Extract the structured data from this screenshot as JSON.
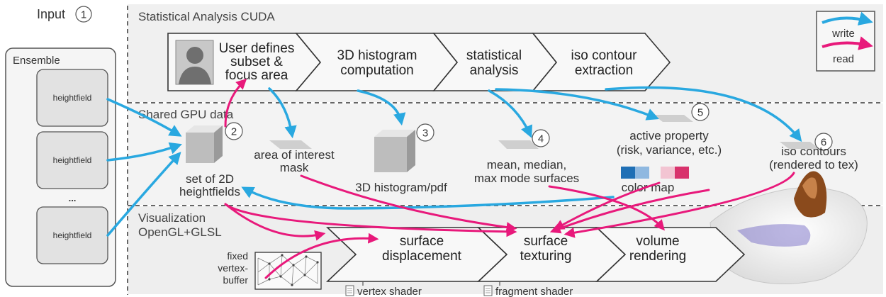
{
  "input": {
    "title": "Input",
    "number": "1"
  },
  "ensemble": {
    "title": "Ensemble",
    "items": [
      "heightfield",
      "heightfield",
      "...",
      "heightfield"
    ]
  },
  "sections": {
    "cuda": "Statistical Analysis CUDA",
    "shared": "Shared GPU data",
    "vis_line1": "Visualization",
    "vis_line2": "OpenGL+GLSL"
  },
  "legend": {
    "write": "write",
    "read": "read",
    "write_color": "#29a8e0",
    "read_color": "#e8197b"
  },
  "cuda_stages": [
    {
      "lines": [
        "User defines",
        "subset &",
        "focus area"
      ]
    },
    {
      "lines": [
        "3D histogram",
        "computation"
      ]
    },
    {
      "lines": [
        "statistical",
        "analysis"
      ]
    },
    {
      "lines": [
        "iso contour",
        "extraction"
      ]
    }
  ],
  "gpu_data": {
    "heightfields": {
      "number": "2",
      "lines": [
        "set of 2D",
        "heightfields"
      ]
    },
    "aoi": {
      "lines": [
        "area of interest",
        "mask"
      ]
    },
    "histogram": {
      "number": "3",
      "lines": [
        "3D histogram/pdf"
      ]
    },
    "surfaces": {
      "number": "4",
      "lines": [
        "mean, median,",
        "max mode surfaces"
      ]
    },
    "active": {
      "number": "5",
      "lines": [
        "active property",
        "(risk, variance, etc.)"
      ]
    },
    "colormap": {
      "label": "color map",
      "colors": [
        "#1f6fb5",
        "#8fb8e0",
        "#f2c4d2",
        "#d8326c"
      ]
    },
    "iso": {
      "number": "6",
      "lines": [
        "iso contours",
        "(rendered to tex)"
      ]
    }
  },
  "vis_stages": [
    {
      "lines": [
        "surface",
        "displacement"
      ]
    },
    {
      "lines": [
        "surface",
        "texturing"
      ]
    },
    {
      "lines": [
        "volume",
        "rendering"
      ]
    }
  ],
  "vertex_buffer": {
    "lines": [
      "fixed",
      "vertex-",
      "buffer"
    ]
  },
  "shaders": {
    "vertex": "vertex shader",
    "fragment": "fragment shader"
  }
}
